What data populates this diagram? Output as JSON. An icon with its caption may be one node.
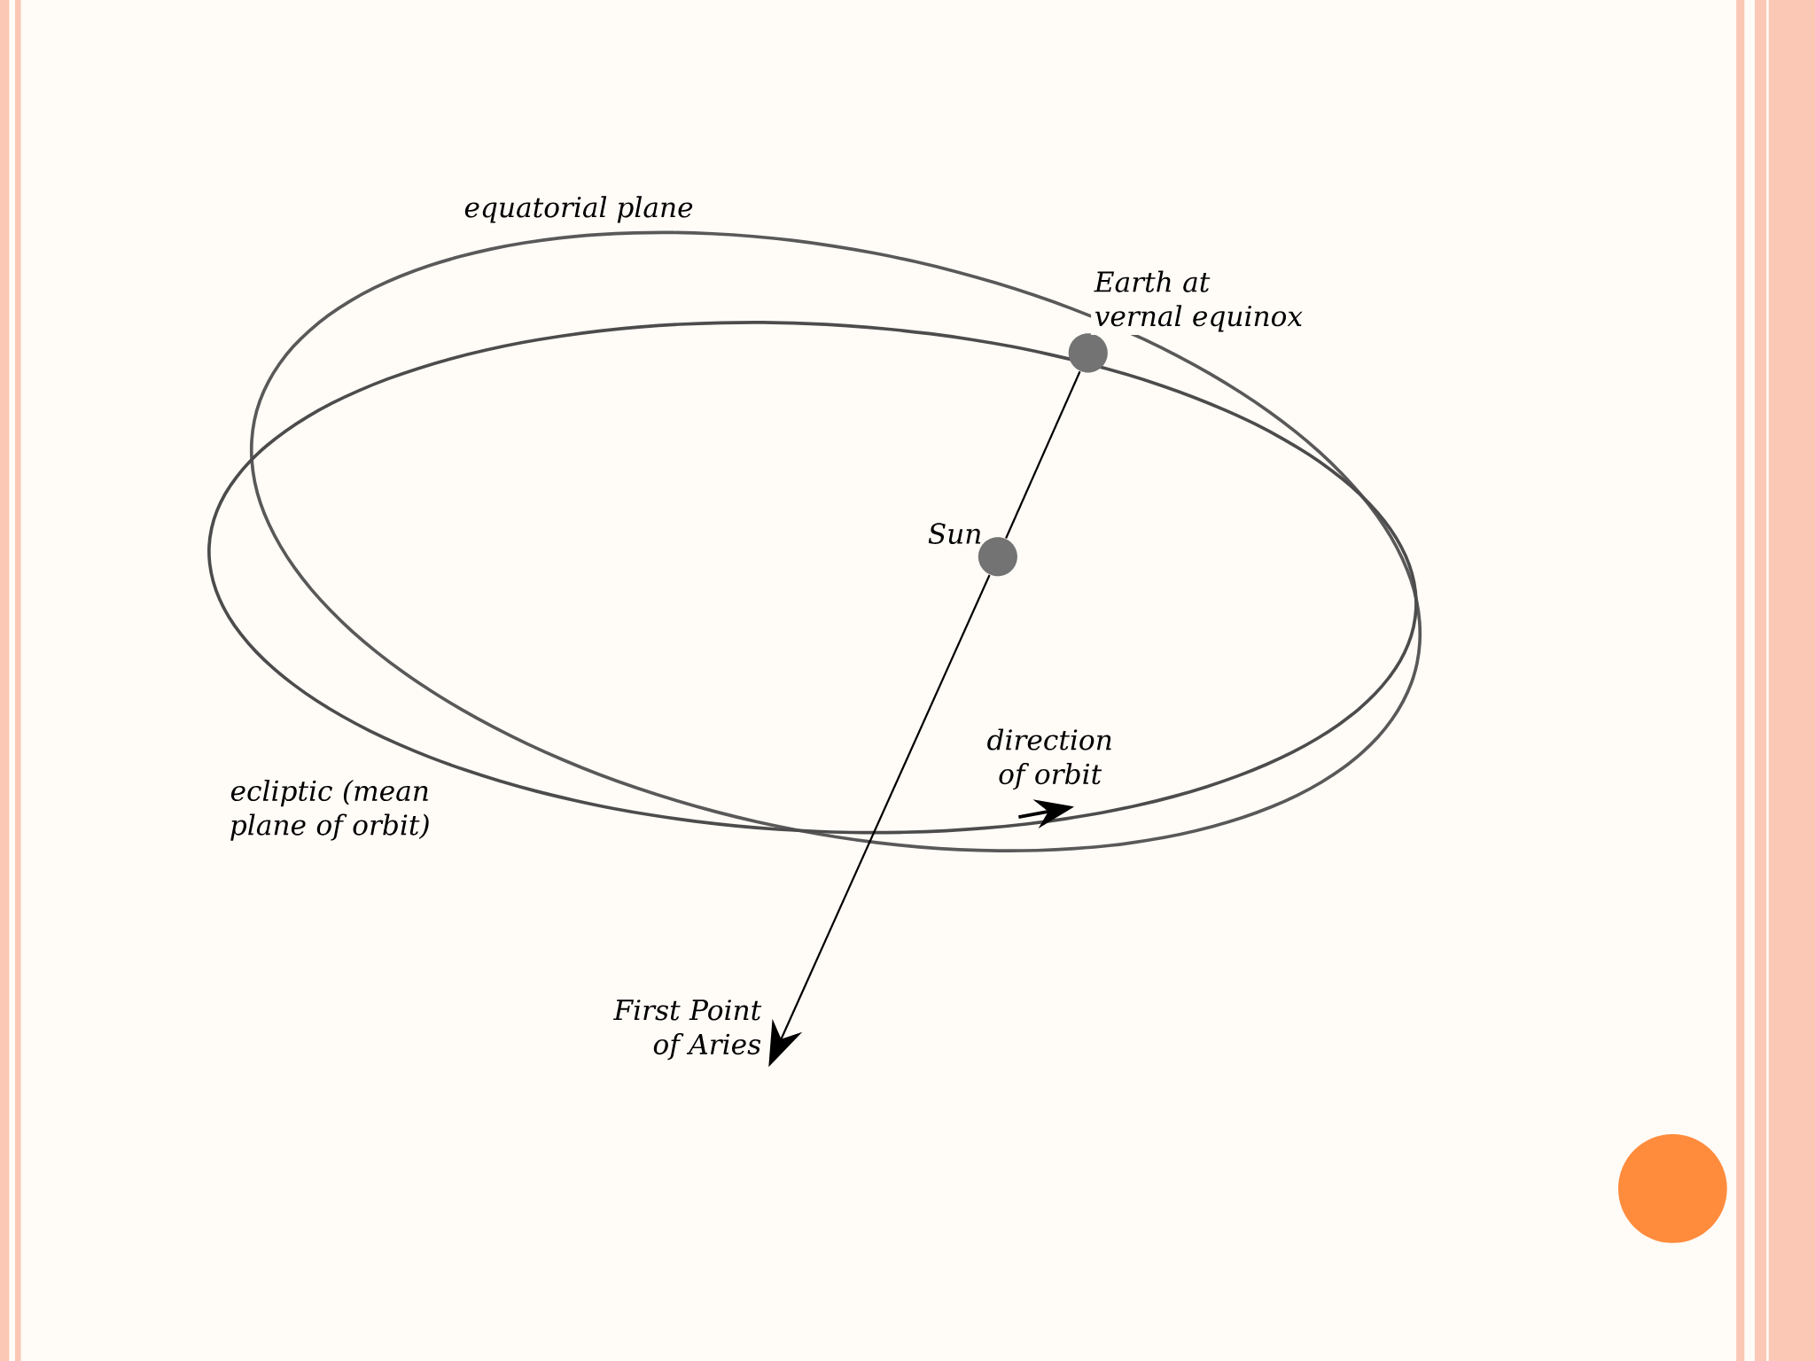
{
  "diagram": {
    "nodes": [
      {
        "text": [],
        "shape": "circle",
        "beside": [
          "Earth at vernal equinox"
        ]
      },
      {
        "text": [],
        "shape": "circle",
        "beside": [
          "Sun"
        ]
      },
      {
        "text": [
          "First Point of Aries"
        ]
      }
    ],
    "edges": [
      {
        "from": 0,
        "to": 1,
        "arrow": "none"
      },
      {
        "from": 1,
        "to": 2,
        "arrow": "to"
      }
    ],
    "labels": [
      "equatorial plane",
      "direction of orbit",
      "ecliptic (mean plane of orbit)"
    ]
  }
}
